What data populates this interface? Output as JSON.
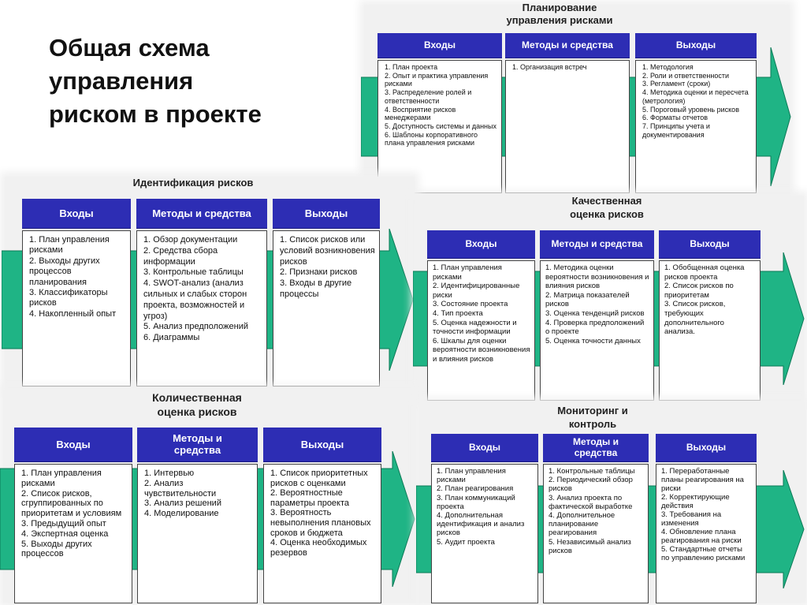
{
  "page_title": "Общая схема\nуправления\nриском в проекте",
  "colors": {
    "header_bg": "#2d2db4",
    "header_text": "#ffffff",
    "arrow_fill": "#1fb485",
    "arrow_stroke": "#0b7a57",
    "band_bg": "#f1f1f1"
  },
  "column_labels": {
    "inputs": "Входы",
    "methods": "Методы и средства",
    "methods_wrapped": "Методы и\nсредства",
    "outputs": "Выходы"
  },
  "blocks": {
    "planning": {
      "title": "Планирование\nуправления рисками",
      "inputs": [
        "1. План проекта",
        "2. Опыт и практика управления рисками",
        "3. Распределение ролей и ответственности",
        "4. Восприятие рисков менеджерами",
        "5. Доступность системы и данных",
        "6. Шаблоны корпоративного плана управления рисками"
      ],
      "methods": [
        "1. Организация встреч"
      ],
      "outputs": [
        "1. Методология",
        "2. Роли и ответственности",
        "3. Регламент (сроки)",
        "4. Методика оценки и пересчета (метрология)",
        "5. Пороговый уровень рисков",
        "6. Форматы отчетов",
        "7. Принципы учета и документирования"
      ]
    },
    "identification": {
      "title": "Идентификация рисков",
      "inputs": [
        "1. План управления рисками",
        "2. Выходы других процессов планирования",
        "3. Классификаторы рисков",
        "4. Накопленный опыт"
      ],
      "methods": [
        "1. Обзор документации",
        "2. Средства сбора информации",
        "3. Контрольные таблицы",
        "4. SWOT-анализ (анализ сильных и слабых сторон проекта, возможностей и угроз)",
        "5. Анализ предположений",
        "6. Диаграммы"
      ],
      "outputs": [
        "1. Список рисков или условий возникновения рисков",
        "2. Признаки рисков",
        "3. Входы в другие процессы"
      ]
    },
    "qualitative": {
      "title": "Качественная\nоценка рисков",
      "inputs": [
        "1. План управления рисками",
        "2. Идентифицированные риски",
        "3. Состояние проекта",
        "4. Тип проекта",
        "5. Оценка надежности и точности информации",
        "6. Шкалы для оценки вероятности возникновения и влияния рисков"
      ],
      "methods": [
        "1. Методика оценки вероятности возникновения и влияния рисков",
        "2. Матрица показателей рисков",
        "3. Оценка тенденций рисков",
        "4. Проверка предположений о проекте",
        "5. Оценка точности данных"
      ],
      "outputs": [
        "1. Обобщенная оценка рисков проекта",
        "2. Список рисков по приоритетам",
        "3. Список рисков, требующих дополнительного анализа."
      ]
    },
    "quantitative": {
      "title": "Количественная\nоценка рисков",
      "inputs": [
        "1. План управления рисками",
        "2. Список рисков, сгруппированных по приоритетам и условиям",
        "3. Предыдущий опыт",
        "4. Экспертная оценка",
        "5. Выходы других процессов"
      ],
      "methods": [
        "1. Интервью",
        "2. Анализ чувствительности",
        "3. Анализ решений",
        "4. Моделирование"
      ],
      "outputs": [
        "1. Список приоритетных рисков с оценками",
        "2. Вероятностные параметры проекта",
        "3. Вероятность невыполнения плановых сроков и бюджета",
        "4. Оценка необходимых резервов"
      ]
    },
    "monitoring": {
      "title": "Мониторинг и\nконтроль",
      "inputs": [
        "1. План управления рисками",
        "2. План реагирования",
        "3. План коммуникаций проекта",
        "4. Дополнительная идентификация и анализ рисков",
        "5. Аудит проекта"
      ],
      "methods": [
        "1. Контрольные таблицы",
        "2. Периодический обзор рисков",
        "3. Анализ проекта по фактической выработке",
        "4. Дополнительное планирование реагирования",
        "5. Независимый анализ рисков"
      ],
      "outputs": [
        "1. Переработанные планы реагирования на риски",
        "2. Корректирующие действия",
        "3. Требования на изменения",
        "4. Обновление плана реагирования на риски",
        "5. Стандартные отчеты по управлению рисками"
      ]
    }
  }
}
